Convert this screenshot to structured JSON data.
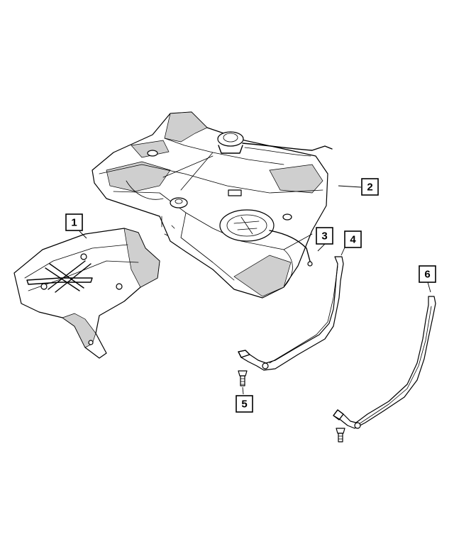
{
  "callouts": [
    {
      "id": "1",
      "label": "1"
    },
    {
      "id": "2",
      "label": "2"
    },
    {
      "id": "3",
      "label": "3"
    },
    {
      "id": "4",
      "label": "4"
    },
    {
      "id": "5",
      "label": "5"
    },
    {
      "id": "6",
      "label": "6"
    }
  ],
  "colors": {
    "line": "#000000",
    "shade": "#cfcfcf",
    "background": "#ffffff"
  }
}
